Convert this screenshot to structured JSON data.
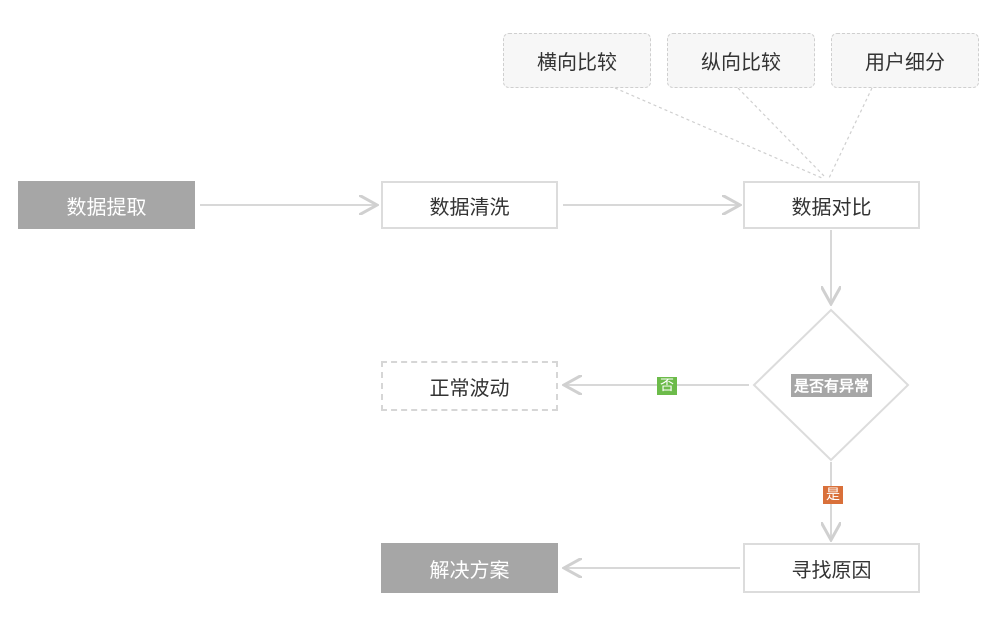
{
  "nodes": {
    "extract": "数据提取",
    "clean": "数据清洗",
    "compare": "数据对比",
    "decision": "是否有异常",
    "normal": "正常波动",
    "cause": "寻找原因",
    "solution": "解决方案"
  },
  "callouts": {
    "horizontal": "横向比较",
    "vertical": "纵向比较",
    "segment": "用户细分"
  },
  "edges": {
    "no": "否",
    "yes": "是"
  },
  "colors": {
    "no_tag": "#6cbb4a",
    "yes_tag": "#d9703a",
    "filled_box": "#a6a6a6",
    "line": "#d8d8d8"
  }
}
